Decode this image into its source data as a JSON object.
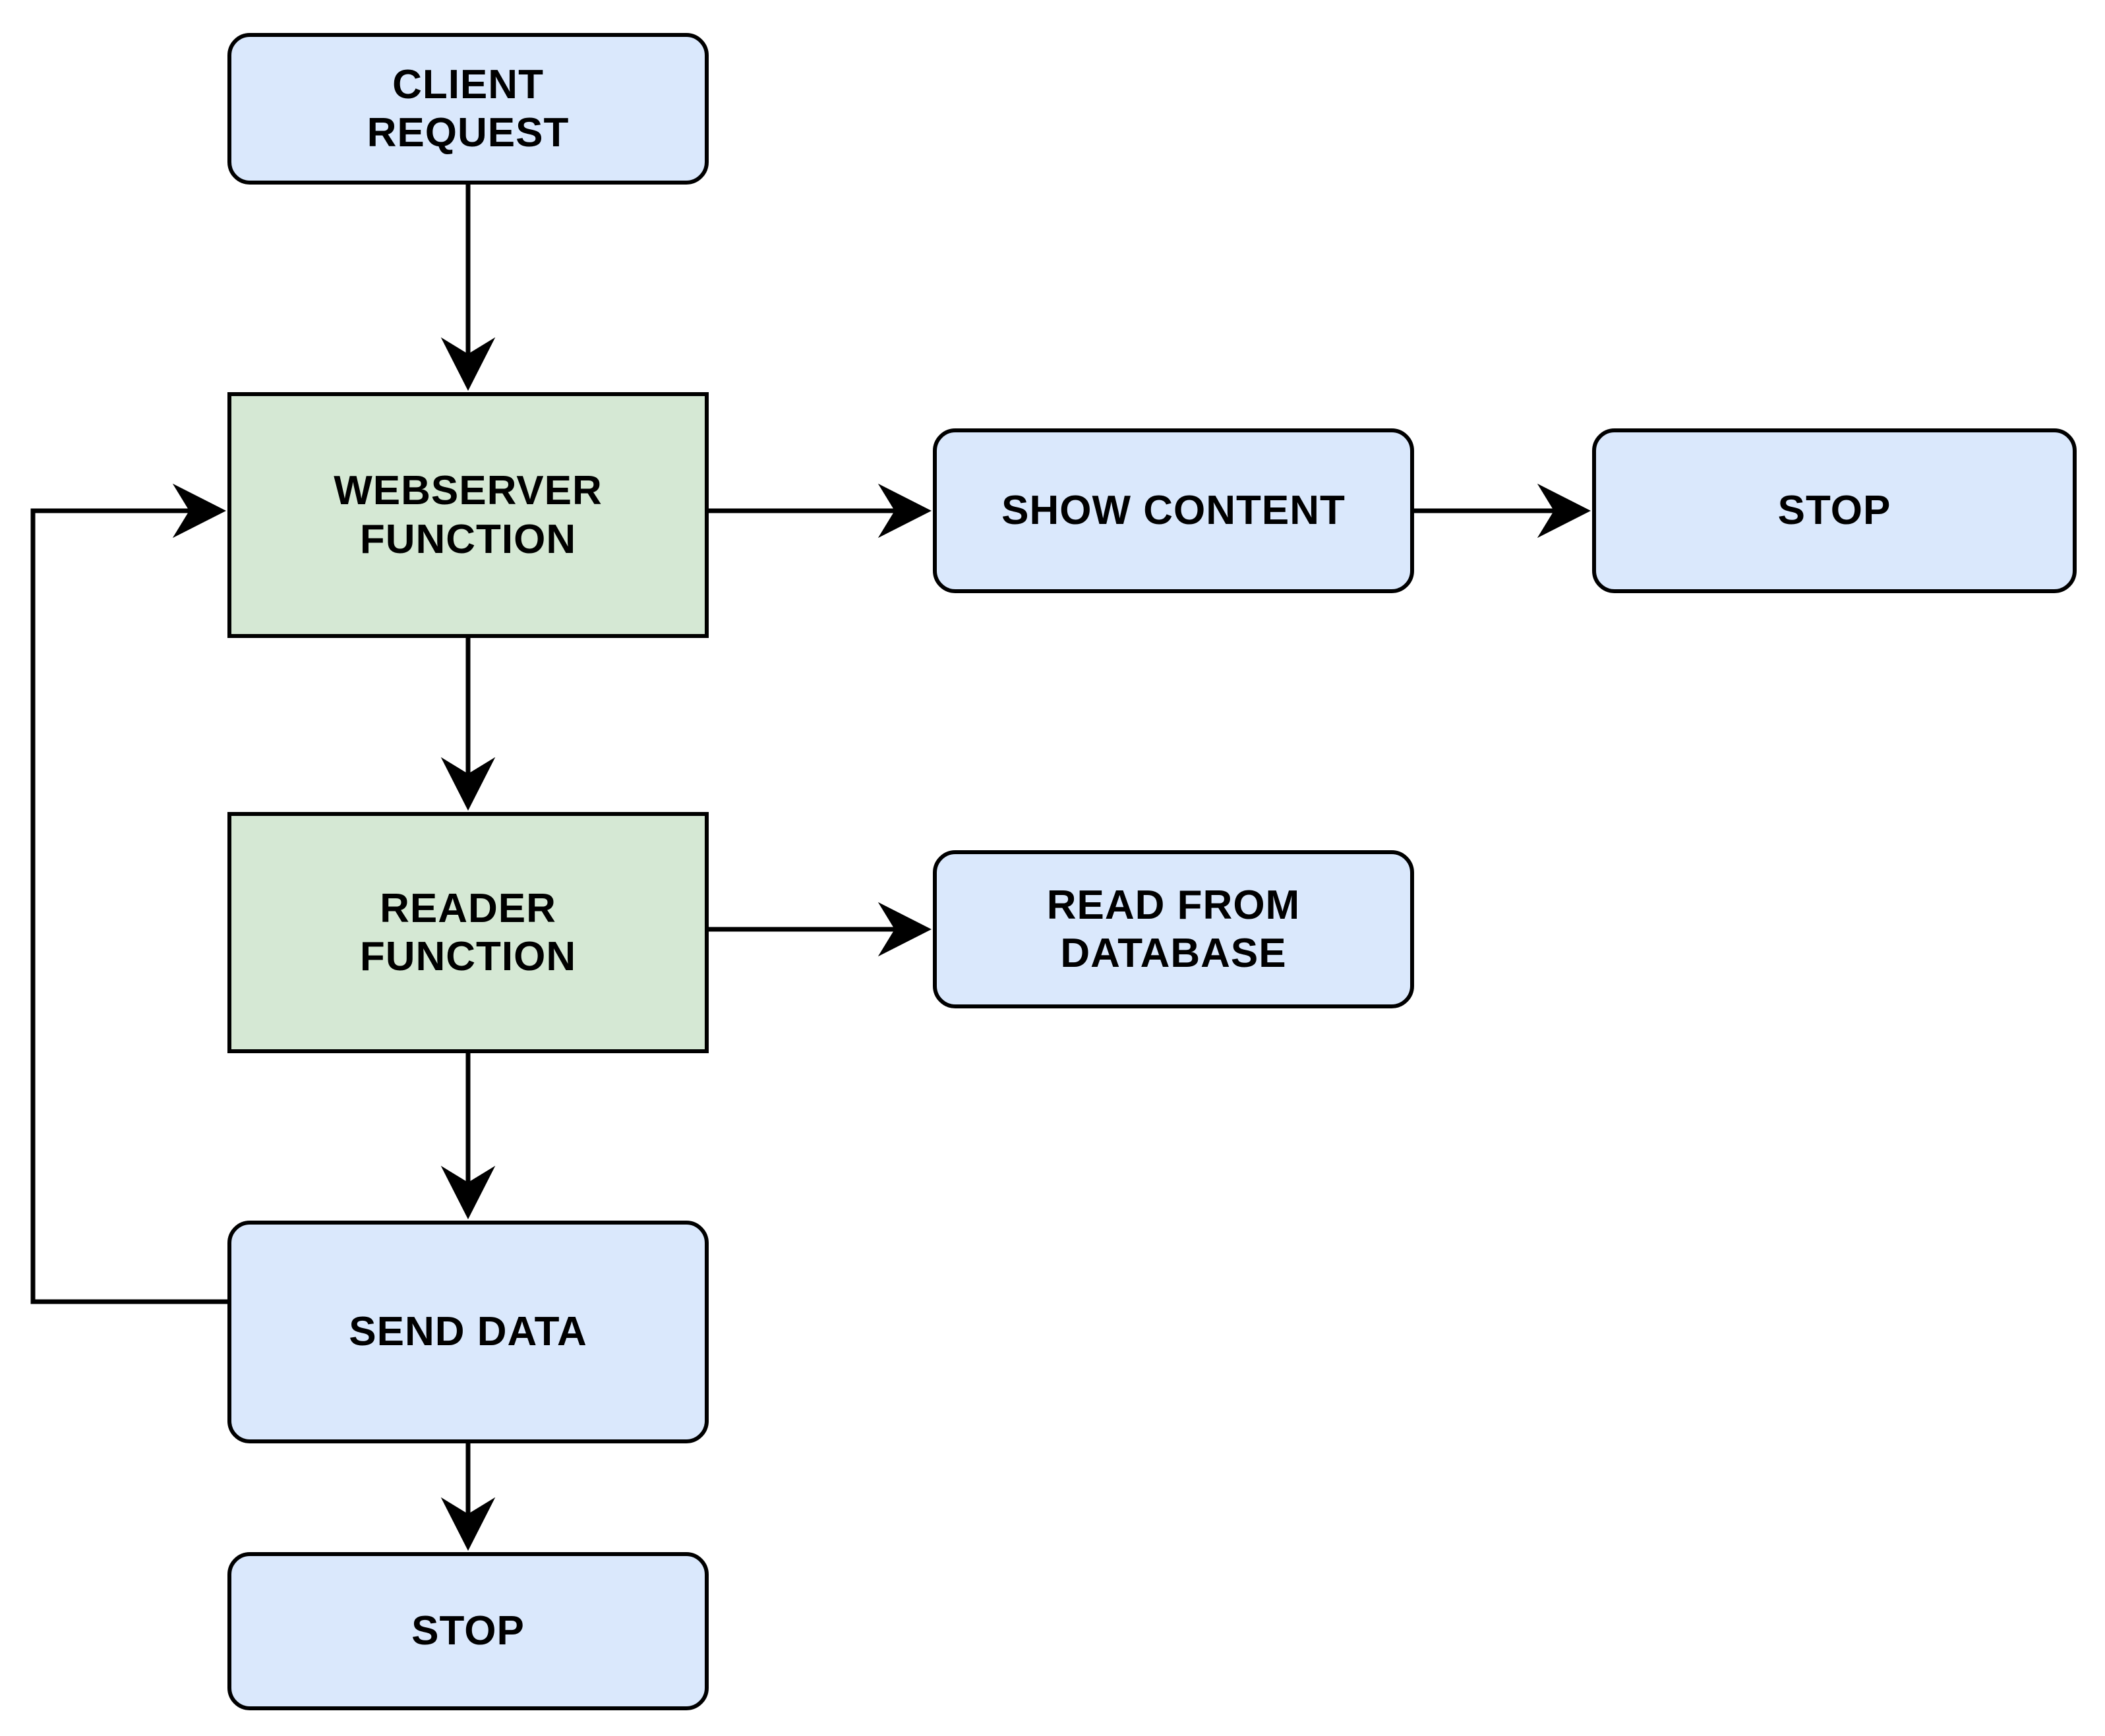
{
  "diagram": {
    "title": "Webserver Client Request Flowchart",
    "type": "flowchart",
    "background": "#ffffff",
    "palette": {
      "terminal_fill": "#dae8fc",
      "process_fill": "#d5e8d4",
      "stroke": "#000000",
      "text": "#000000"
    },
    "nodes": [
      {
        "id": "client-request",
        "label": "CLIENT\nREQUEST",
        "shape": "rounded-rectangle",
        "fill": "#dae8fc"
      },
      {
        "id": "webserver-function",
        "label": "WEBSERVER\nFUNCTION",
        "shape": "rectangle",
        "fill": "#d5e8d4"
      },
      {
        "id": "show-content",
        "label": "SHOW CONTENT",
        "shape": "rounded-rectangle",
        "fill": "#dae8fc"
      },
      {
        "id": "stop-right",
        "label": "STOP",
        "shape": "rounded-rectangle",
        "fill": "#dae8fc"
      },
      {
        "id": "reader-function",
        "label": "READER\nFUNCTION",
        "shape": "rectangle",
        "fill": "#d5e8d4"
      },
      {
        "id": "read-from-database",
        "label": "READ FROM\nDATABASE",
        "shape": "rounded-rectangle",
        "fill": "#dae8fc"
      },
      {
        "id": "send-data",
        "label": "SEND DATA",
        "shape": "rounded-rectangle",
        "fill": "#dae8fc"
      },
      {
        "id": "stop-bottom",
        "label": "STOP",
        "shape": "rounded-rectangle",
        "fill": "#dae8fc"
      }
    ],
    "edges": [
      {
        "id": "client-request-to-webserver",
        "from": "client-request",
        "to": "webserver-function",
        "direction": "down",
        "arrow": true
      },
      {
        "id": "webserver-to-show-content",
        "from": "webserver-function",
        "to": "show-content",
        "direction": "right",
        "arrow": true
      },
      {
        "id": "show-content-to-stop",
        "from": "show-content",
        "to": "stop-right",
        "direction": "right",
        "arrow": true
      },
      {
        "id": "webserver-to-reader",
        "from": "webserver-function",
        "to": "reader-function",
        "direction": "down",
        "arrow": true
      },
      {
        "id": "reader-to-read-from-database",
        "from": "reader-function",
        "to": "read-from-database",
        "direction": "right",
        "arrow": true
      },
      {
        "id": "reader-to-send-data",
        "from": "reader-function",
        "to": "send-data",
        "direction": "down",
        "arrow": true
      },
      {
        "id": "send-data-to-stop",
        "from": "send-data",
        "to": "stop-bottom",
        "direction": "down",
        "arrow": true
      },
      {
        "id": "send-data-to-webserver-loop",
        "from": "send-data",
        "to": "webserver-function",
        "direction": "left-up-right",
        "arrow": true
      }
    ]
  }
}
